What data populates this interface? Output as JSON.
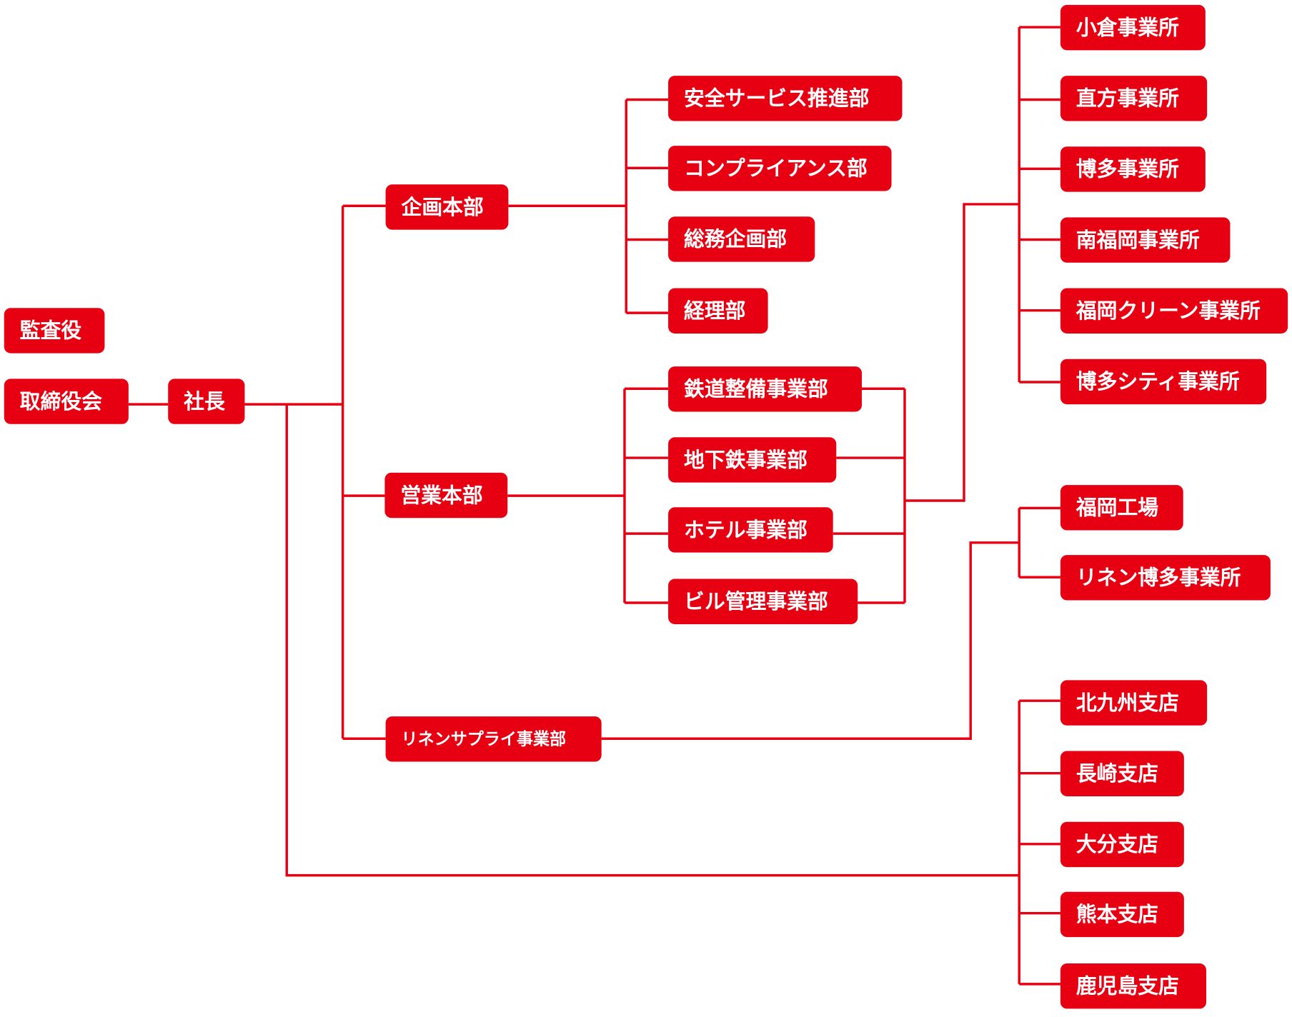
{
  "colors": {
    "accent": "#e60012",
    "text_on_accent": "#ffffff",
    "background": "#ffffff"
  },
  "nodes": {
    "auditor": "監査役",
    "board": "取締役会",
    "president": "社長",
    "planning_hq": "企画本部",
    "safety_service": "安全サービス推進部",
    "compliance": "コンプライアンス部",
    "general_affairs": "総務企画部",
    "accounting": "経理部",
    "sales_hq": "営業本部",
    "railway_maintenance": "鉄道整備事業部",
    "subway": "地下鉄事業部",
    "hotel": "ホテル事業部",
    "building_mgmt": "ビル管理事業部",
    "linen_supply": "リネンサプライ事業部",
    "kokura_office": "小倉事業所",
    "nogata_office": "直方事業所",
    "hakata_office": "博多事業所",
    "minami_fukuoka_office": "南福岡事業所",
    "fukuoka_clean_office": "福岡クリーン事業所",
    "hakata_city_office": "博多シティ事業所",
    "fukuoka_factory": "福岡工場",
    "linen_hakata_office": "リネン博多事業所",
    "kitakyushu_branch": "北九州支店",
    "nagasaki_branch": "長崎支店",
    "oita_branch": "大分支店",
    "kumamoto_branch": "熊本支店",
    "kagoshima_branch": "鹿児島支店"
  }
}
